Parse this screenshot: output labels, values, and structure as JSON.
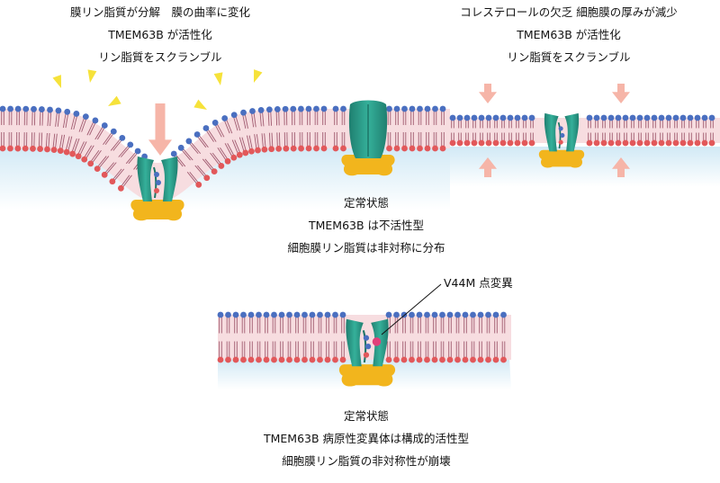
{
  "panel_top_left": {
    "lines": [
      "膜リン脂質が分解　膜の曲率に変化",
      "TMEM63B が活性化",
      "リン脂質をスクランブル"
    ]
  },
  "panel_top_right": {
    "lines": [
      "コレステロールの欠乏  細胞膜の厚みが減少",
      "TMEM63B が活性化",
      "リン脂質をスクランブル"
    ]
  },
  "panel_middle": {
    "lines": [
      "定常状態",
      "TMEM63B は不活性型",
      "細胞膜リン脂質は非対称に分布"
    ]
  },
  "panel_bottom": {
    "mutation_label": "V44M 点変異",
    "lines": [
      "定常状態",
      "TMEM63B 病原性変異体は構成的活性型",
      "細胞膜リン脂質の非対称性が崩壊"
    ]
  },
  "colors": {
    "outer_head": "#4a6fc0",
    "inner_head": "#e2585a",
    "tail": "#a05a6f",
    "membrane_core": "#f7dde0",
    "protein": "#2a9a86",
    "protein_dark": "#1d7566",
    "anchor": "#f2b51d",
    "force_arrow": "#f6b5a8",
    "burst": "#f6e23a",
    "mutation_dot": "#e0407a",
    "glow": "#cfe8f5"
  }
}
